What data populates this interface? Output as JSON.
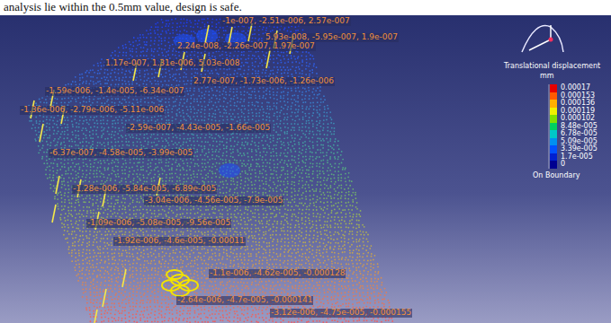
{
  "diagram": {
    "labels": [
      "analysis lie within the 0.5mm value, design is safe.",
      "Translational displacement",
      "mm",
      "On Boundary",
      "-1e-007, -2.51e-006, 2.57e-007",
      "5.93e-008, -5.95e-007, 1.9e-007",
      "2.24e-008, -2.26e-007, 1.97e-007",
      "1.17e-007, 1.31e-006, 5.03e-008",
      "2.77e-007, -1.73e-006, -1.26e-006",
      "-1.59e-006, -1.4e-005, -6.34e-007",
      "-1.36e-006, -2.79e-006, -5.11e-006",
      "-2.59e-007, -4.43e-005, -1.66e-005",
      "-6.37e-007, -4.58e-005, -3.99e-005",
      "-1.28e-006, -5.84e-005, -6.89e-005",
      "-3.04e-006, -4.56e-005, -7.9e-005",
      "-1.09e-006, -5.08e-005, -9.56e-005",
      "-1.92e-006, -4.6e-005, -0.00011",
      "-1.1e-006, -4.62e-005, -0.000128",
      "-2.64e-006, -4.7e-005, -0.000141",
      "-3.12e-006, -4.75e-005, -0.000155"
    ],
    "legend": [
      {
        "text": "0.00017",
        "color": "#e60000"
      },
      {
        "text": "0.000153",
        "color": "#ff5a00"
      },
      {
        "text": "0.000136",
        "color": "#ffb000"
      },
      {
        "text": "0.000119",
        "color": "#f0f000"
      },
      {
        "text": "0.000102",
        "color": "#80e000"
      },
      {
        "text": "8.48e-005",
        "color": "#00d060"
      },
      {
        "text": "6.78e-005",
        "color": "#00c8c8"
      },
      {
        "text": "5.09e-005",
        "color": "#0090f0"
      },
      {
        "text": "3.39e-005",
        "color": "#0050ff"
      },
      {
        "text": "1.7e-005",
        "color": "#0020d0"
      },
      {
        "text": "0",
        "color": "#000090"
      }
    ]
  }
}
